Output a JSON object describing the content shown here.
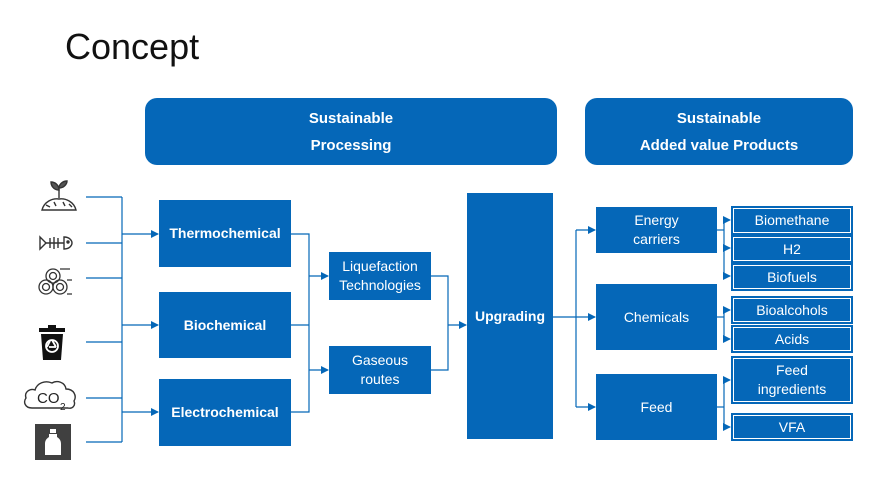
{
  "title": "Concept",
  "headers": {
    "processing": [
      "Sustainable",
      "Processing"
    ],
    "products": [
      "Sustainable",
      "Added value Products"
    ]
  },
  "processes": [
    "Thermochemical",
    "Biochemical",
    "Electrochemical"
  ],
  "intermediates": [
    [
      "Liquefaction",
      "Technologies"
    ],
    [
      "Gaseous",
      "routes"
    ]
  ],
  "upgrading": "Upgrading",
  "categories": [
    [
      "Energy",
      "carriers"
    ],
    [
      "Chemicals"
    ],
    [
      "Feed"
    ]
  ],
  "products": [
    [
      "Biomethane"
    ],
    [
      "H2"
    ],
    [
      "Biofuels"
    ],
    [
      "Bioalcohols"
    ],
    [
      "Acids"
    ],
    [
      "Feed",
      "ingredients"
    ],
    [
      "VFA"
    ]
  ],
  "icons": [
    "biomass-plant-icon",
    "fish-waste-icon",
    "wood-logs-icon",
    "recycling-bin-icon",
    "co2-cloud-icon",
    "bottle-icon"
  ],
  "icon_text": {
    "co2": "CO",
    "sub2": "2"
  },
  "colors": {
    "primary": "#0567b8"
  }
}
